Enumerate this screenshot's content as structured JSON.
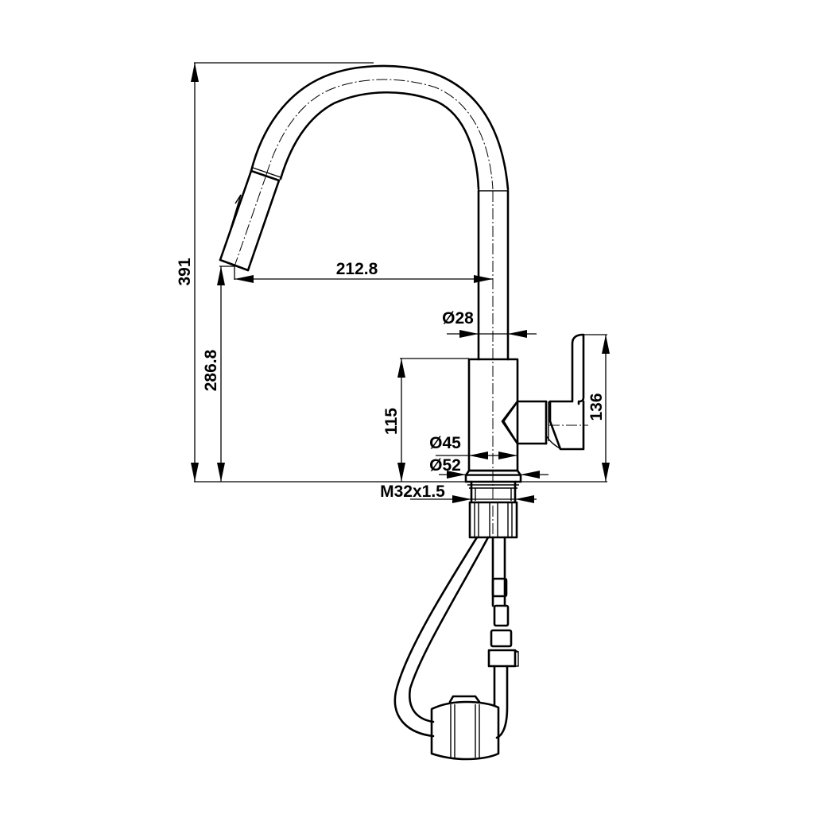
{
  "drawing": {
    "subject": "Pull-down kitchen faucet side elevation technical drawing",
    "units": "mm",
    "line_color": "#000000",
    "background": "#ffffff"
  },
  "dimensions": {
    "overall_height": "391",
    "spout_outlet_height": "286.8",
    "spout_reach": "212.8",
    "spout_diameter": "Ø28",
    "body_height": "115",
    "body_diameter": "Ø45",
    "base_diameter": "Ø52",
    "handle_height": "136",
    "thread": "M32x1.5"
  }
}
